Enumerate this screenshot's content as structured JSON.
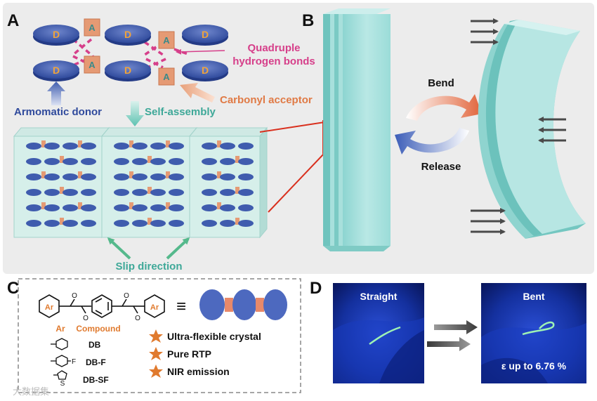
{
  "panels": {
    "a": {
      "label": "A",
      "donor_glyph": "D",
      "acceptor_glyph": "A",
      "label_hbond_1": "Quadruple",
      "label_hbond_2": "hydrogen bonds",
      "label_acceptor": "Carbonyl acceptor",
      "label_donor": "Armomatic donor",
      "label_selfassembly": "Self-assembly",
      "label_slip": "Slip direction",
      "colors": {
        "donor": "#3f5cae",
        "acceptor": "#e59a74",
        "hbond": "#d63f8a",
        "teal": "#5ec2b1"
      }
    },
    "b": {
      "label": "B",
      "label_bend": "Bend",
      "label_release": "Release",
      "colors": {
        "bend": "#e1643a",
        "release": "#3c5db8",
        "crystal": "#a9e0dd"
      }
    },
    "c": {
      "label": "C",
      "ar_glyph": "Ar",
      "equivalence_glyph": "≡",
      "header_ar": "Ar",
      "header_compound": "Compound",
      "compounds": [
        "DB",
        "DB-F",
        "DB-SF"
      ],
      "substituent_f": "F",
      "substituent_s": "S",
      "features": [
        "Ultra-flexible crystal",
        "Pure RTP",
        "NIR emission"
      ],
      "colors": {
        "star": "#e07a2e",
        "ar": "#e07a2e"
      }
    },
    "d": {
      "label": "D",
      "photo_straight": "Straight",
      "photo_bent": "Bent",
      "strain_text": "ε up to 6.76 %",
      "colors": {
        "background": "#0e2486",
        "fiber": "#9ef2b4"
      }
    }
  },
  "watermark": "大数据集"
}
